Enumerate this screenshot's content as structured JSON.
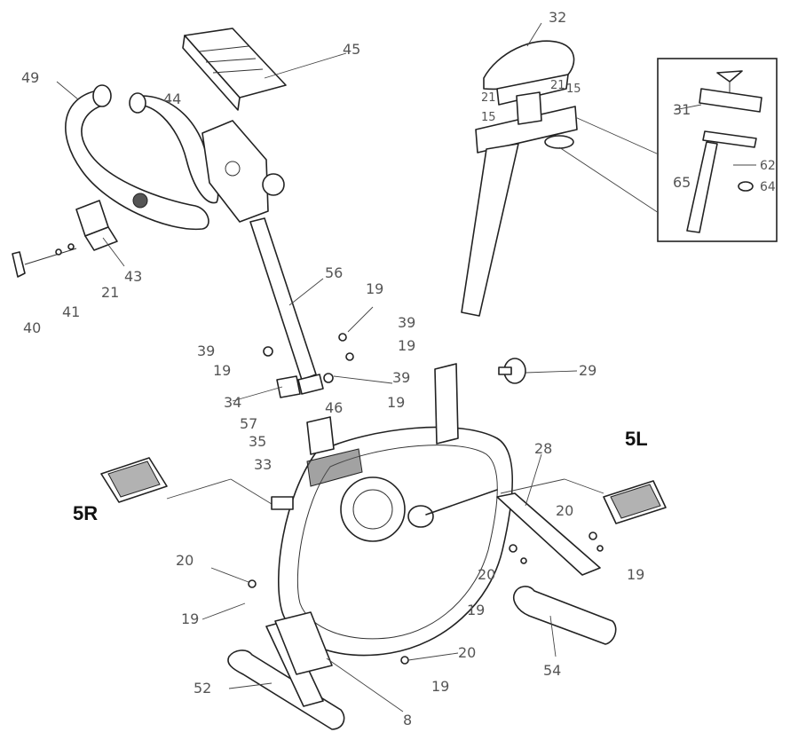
{
  "labels": {
    "p32": "32",
    "p45": "45",
    "p49": "49",
    "p44": "44",
    "p21a": "21",
    "p15a": "15",
    "p21b": "21",
    "p15b": "15",
    "p31": "31",
    "p62": "62",
    "p65": "65",
    "p64": "64",
    "p43": "43",
    "p21c": "21",
    "p41": "41",
    "p40": "40",
    "p56": "56",
    "p19a": "19",
    "p39a": "39",
    "p19b": "19",
    "p39b": "39",
    "p19c": "19",
    "p39c": "39",
    "p19d": "19",
    "p29": "29",
    "p34": "34",
    "p46": "46",
    "p57": "57",
    "p35": "35",
    "p33": "33",
    "p5R": "5R",
    "p5L": "5L",
    "p28": "28",
    "p20a": "20",
    "p19e": "19",
    "p20b": "20",
    "p19f": "19",
    "p20c": "20",
    "p19g": "19",
    "p20d": "20",
    "p19h": "19",
    "p52": "52",
    "p54": "54",
    "p8": "8"
  }
}
